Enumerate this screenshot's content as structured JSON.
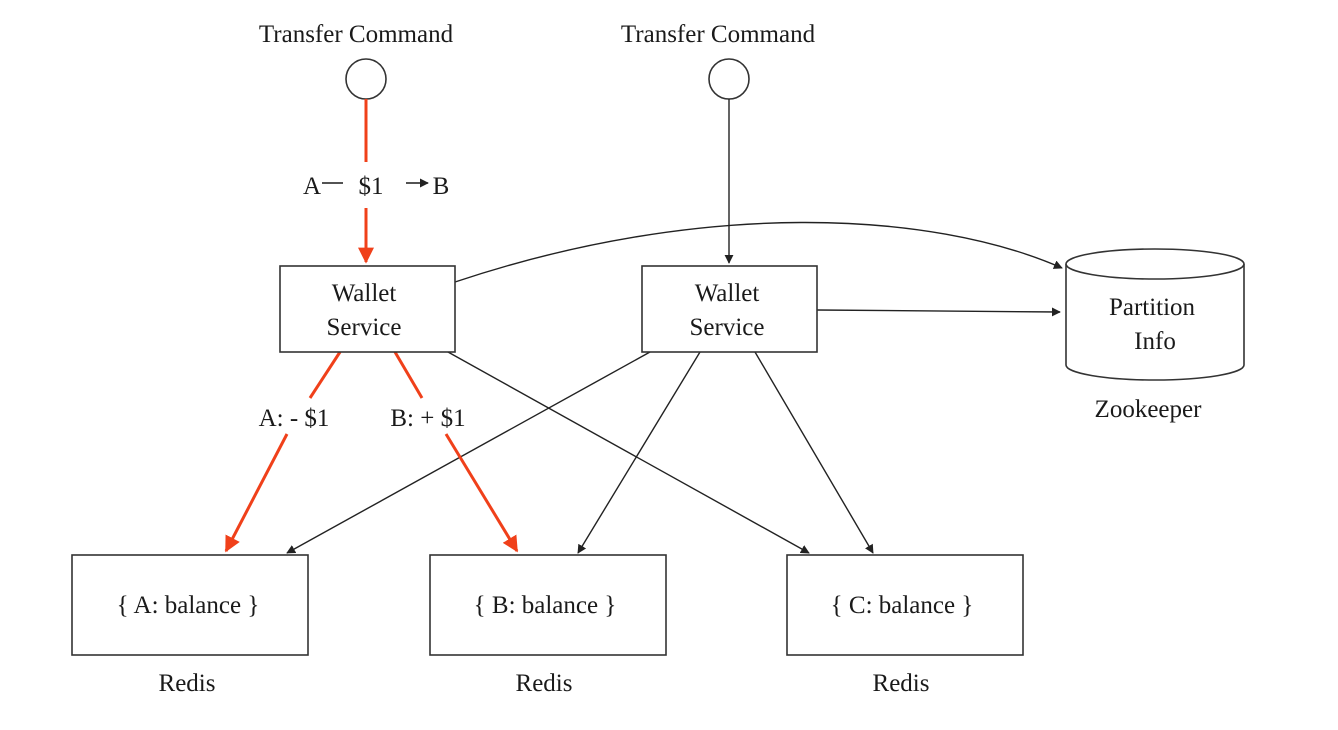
{
  "colors": {
    "highlight_edge": "#f0401a",
    "normal_edge": "#222222",
    "box_border": "#333333",
    "background": "#ffffff"
  },
  "inputs": [
    {
      "label": "Transfer Command"
    },
    {
      "label": "Transfer Command"
    }
  ],
  "transfer_label": {
    "from": "A",
    "amount": "$1",
    "to": "B"
  },
  "services": [
    {
      "line1": "Wallet",
      "line2": "Service"
    },
    {
      "line1": "Wallet",
      "line2": "Service"
    }
  ],
  "zookeeper": {
    "line1": "Partition",
    "line2": "Info",
    "caption": "Zookeeper"
  },
  "edge_labels": {
    "debit": "A: - $1",
    "credit": "B: + $1"
  },
  "redis_nodes": [
    {
      "content": "{ A: balance }",
      "caption": "Redis"
    },
    {
      "content": "{ B: balance }",
      "caption": "Redis"
    },
    {
      "content": "{ C: balance }",
      "caption": "Redis"
    }
  ]
}
